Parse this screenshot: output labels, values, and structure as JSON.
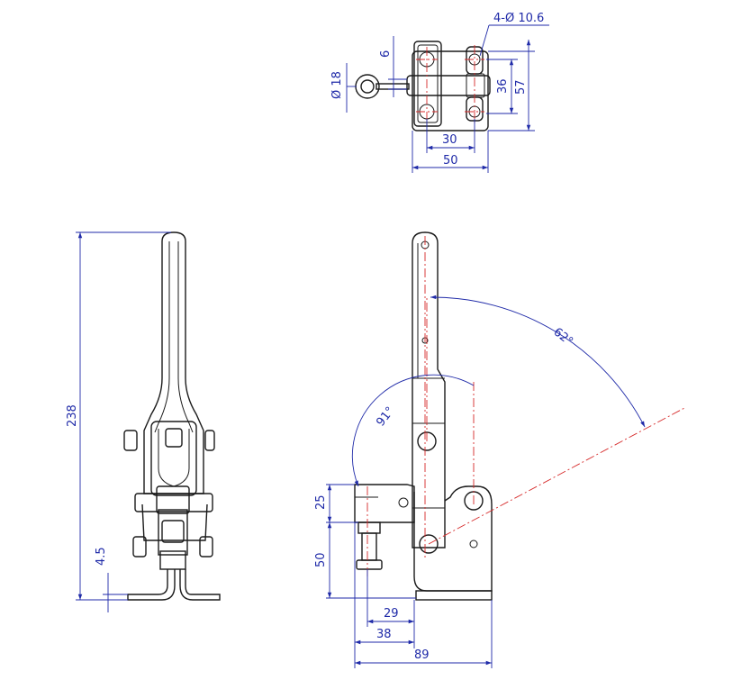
{
  "colors": {
    "outline": "#1a1a1a",
    "dimension": "#1f2aa8",
    "centerline": "#d62a2a",
    "background": "#ffffff"
  },
  "top_view": {
    "hole_callout": "4-Ø 10.6",
    "spindle_diameter": "Ø 18",
    "dim_6": "6",
    "dim_36": "36",
    "dim_57": "57",
    "dim_30": "30",
    "dim_50": "50"
  },
  "front_view": {
    "dim_238": "238",
    "dim_4_5": "4.5"
  },
  "side_view": {
    "angle_91": "91°",
    "angle_62": "62°",
    "dim_25": "25",
    "dim_50": "50",
    "dim_29": "29",
    "dim_38": "38",
    "dim_89": "89"
  }
}
